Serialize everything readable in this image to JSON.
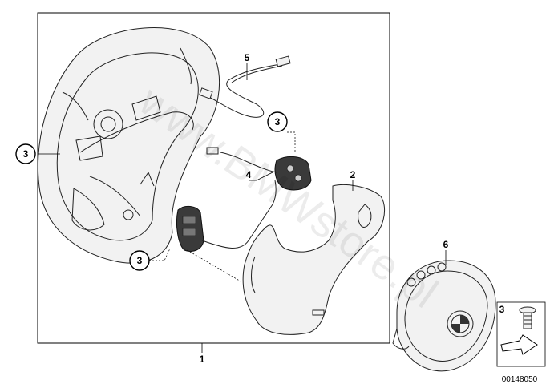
{
  "watermark": "www.BMWstore.pl",
  "part_code": "00148050",
  "labels": {
    "steering_wheel": "1",
    "cover": "2",
    "screw_main": "3",
    "screw_left": "3",
    "screw_bottom": "3",
    "screw_right": "3",
    "switch": "4",
    "cable": "5",
    "airbag": "6"
  },
  "colors": {
    "line": "#222222",
    "background": "#ffffff"
  }
}
